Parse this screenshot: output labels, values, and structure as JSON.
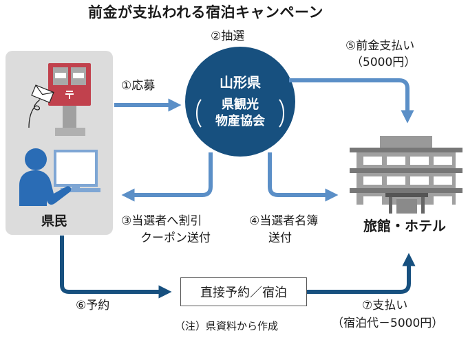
{
  "title": "前金が支払われる宿泊キャンペーン",
  "colors": {
    "dark_blue": "#17507f",
    "light_blue": "#5b8fc7",
    "resident_panel": "#dcdcdc",
    "postbox_red": "#c1414d",
    "building_gray": "#8e8e8e",
    "person_blue": "#2a6cb5"
  },
  "nodes": {
    "resident": {
      "label": "県民"
    },
    "organizer": {
      "line1": "山形県",
      "line2": "県観光",
      "line3": "物産協会"
    },
    "hotel": {
      "label": "旅館・ホテル"
    },
    "booking_box": {
      "label": "直接予約／宿泊"
    }
  },
  "steps": {
    "s1": {
      "label": "①応募"
    },
    "s2": {
      "label": "②抽選"
    },
    "s3": {
      "line1": "③当選者へ割引",
      "line2": "クーポン送付"
    },
    "s4": {
      "line1": "④当選者名簿",
      "line2": "送付"
    },
    "s5": {
      "line1": "⑤前金支払い",
      "line2": "（5000円）"
    },
    "s6": {
      "label": "⑥予約"
    },
    "s7": {
      "line1": "⑦支払い",
      "line2": "（宿泊代－5000円）"
    }
  },
  "source_note": "（注）県資料から作成",
  "icons": {
    "postbox": "postbox-icon",
    "envelope": "envelope-icon",
    "person_computer": "person-at-computer-icon",
    "building": "hotel-building-icon"
  }
}
